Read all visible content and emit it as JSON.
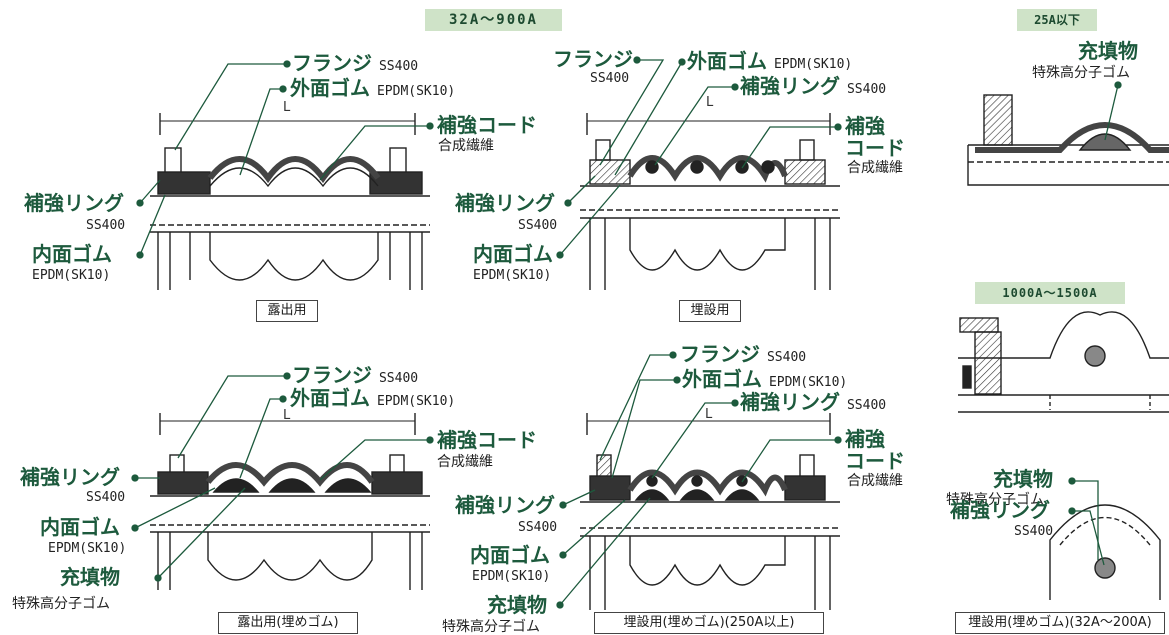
{
  "banners": {
    "main": "32A～900A",
    "small": "25A以下",
    "large": "1000A～1500A"
  },
  "length_mark": "L",
  "labels": {
    "flange": "フランジ",
    "outer_rubber": "外面ゴム",
    "reinforce_cord": "補強コード",
    "reinforce_ring": "補強リング",
    "inner_rubber": "内面ゴム",
    "filler": "充填物",
    "reinforce_cord_a": "補強",
    "reinforce_cord_b": "コード"
  },
  "materials": {
    "ss400": "SS400",
    "epdm": "EPDM(SK10)",
    "fiber": "合成繊維",
    "polymer": "特殊高分子ゴム"
  },
  "captions": {
    "exposed": "露出用",
    "buried": "埋設用",
    "exposed_fill": "露出用(埋めゴム)",
    "buried_fill_large": "埋設用(埋めゴム)(250A以上)",
    "buried_fill_small": "埋設用(埋めゴム)(32A～200A)"
  }
}
